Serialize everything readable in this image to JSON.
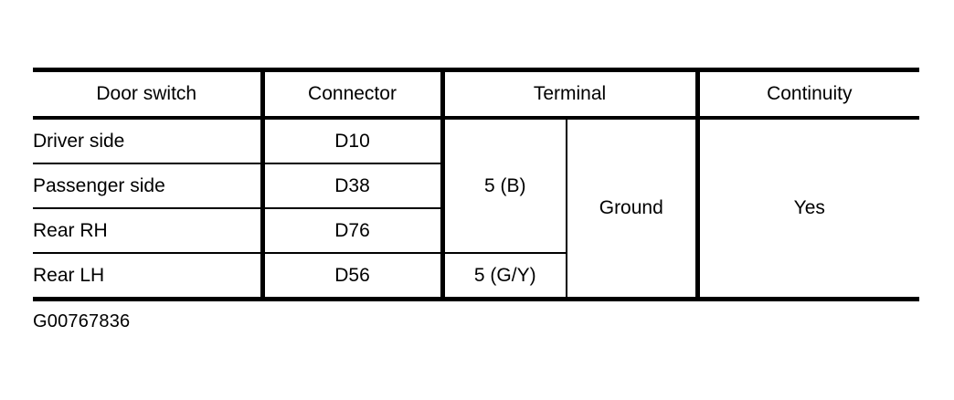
{
  "figure": {
    "caption": "G00767836",
    "line_color": "#000000",
    "text_color": "#000000",
    "background_color": "#FFFFFF"
  },
  "table": {
    "headers": {
      "door_switch": "Door switch",
      "connector": "Connector",
      "terminal": "Terminal",
      "continuity": "Continuity"
    },
    "rows": [
      {
        "door_switch": "Driver side",
        "connector": "D10"
      },
      {
        "door_switch": "Passenger side",
        "connector": "D38"
      },
      {
        "door_switch": "Rear RH",
        "connector": "D76"
      },
      {
        "door_switch": "Rear LH",
        "connector": "D56"
      }
    ],
    "terminal_primary_top": "5 (B)",
    "terminal_primary_bottom": "5 (G/Y)",
    "terminal_secondary": "Ground",
    "continuity_value": "Yes"
  }
}
